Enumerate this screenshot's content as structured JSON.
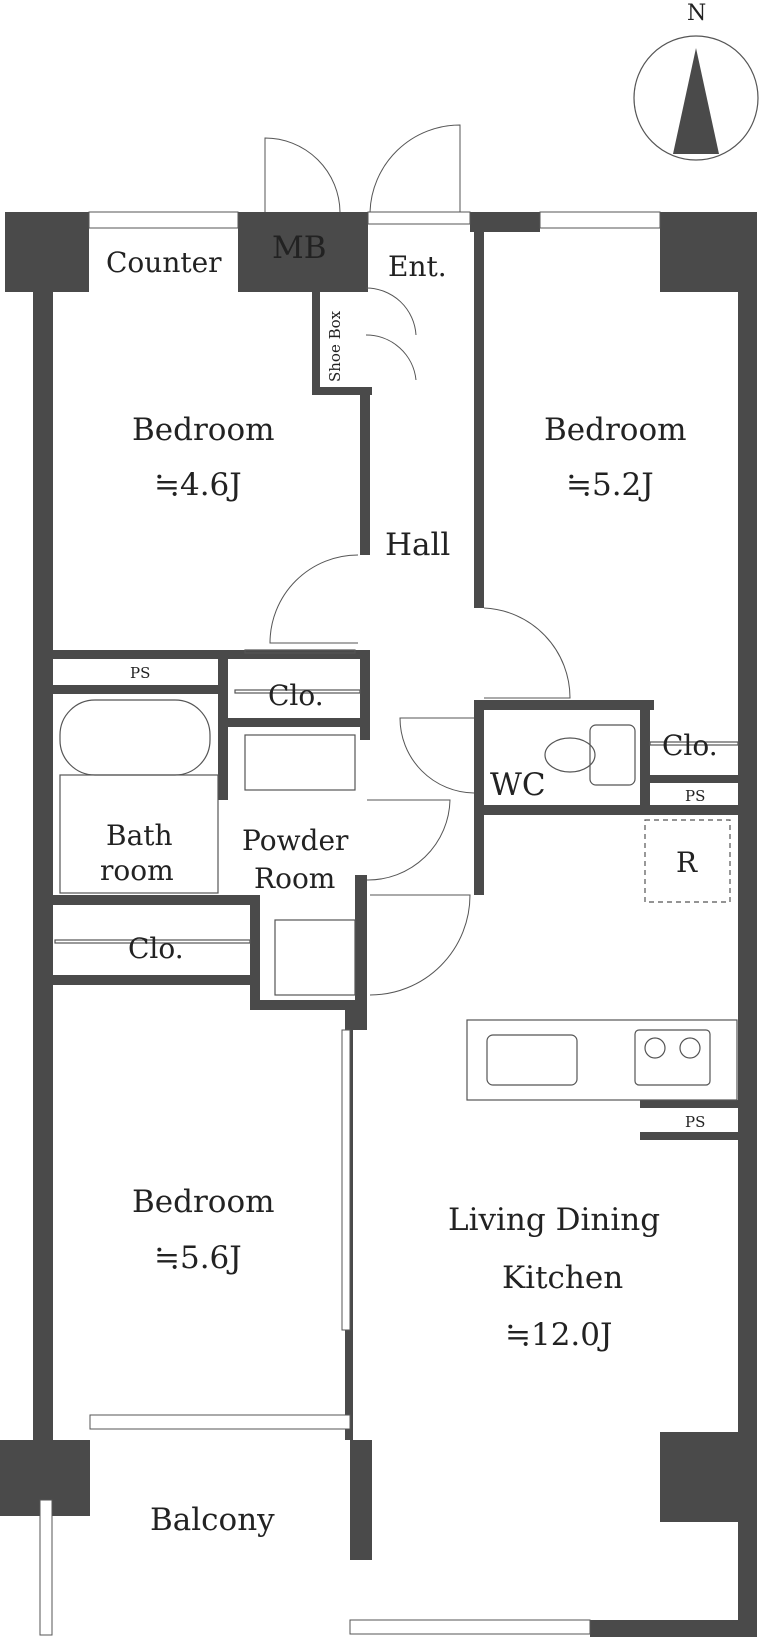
{
  "compass": {
    "label": "N"
  },
  "rooms": {
    "counter": "Counter",
    "mb": "MB",
    "entrance": "Ent.",
    "shoe_box": "Shoe Box",
    "bedroom_nw": {
      "name": "Bedroom",
      "size": "≒4.6J"
    },
    "bedroom_ne": {
      "name": "Bedroom",
      "size": "≒5.2J"
    },
    "bedroom_sw": {
      "name": "Bedroom",
      "size": "≒5.6J"
    },
    "hall": "Hall",
    "ps_top_left": "PS",
    "closet_hall": "Clo.",
    "closet_ne": "Clo.",
    "ps_wc": "PS",
    "wc": "WC",
    "bath_line1": "Bath",
    "bath_line2": "room",
    "powder_line1": "Powder",
    "powder_line2": "Room",
    "refrigerator": "R",
    "closet_sw": "Clo.",
    "ps_kitchen": "PS",
    "ldk_line1": "Living Dining",
    "ldk_line2": "Kitchen",
    "ldk_size": "≒12.0J",
    "balcony": "Balcony"
  }
}
